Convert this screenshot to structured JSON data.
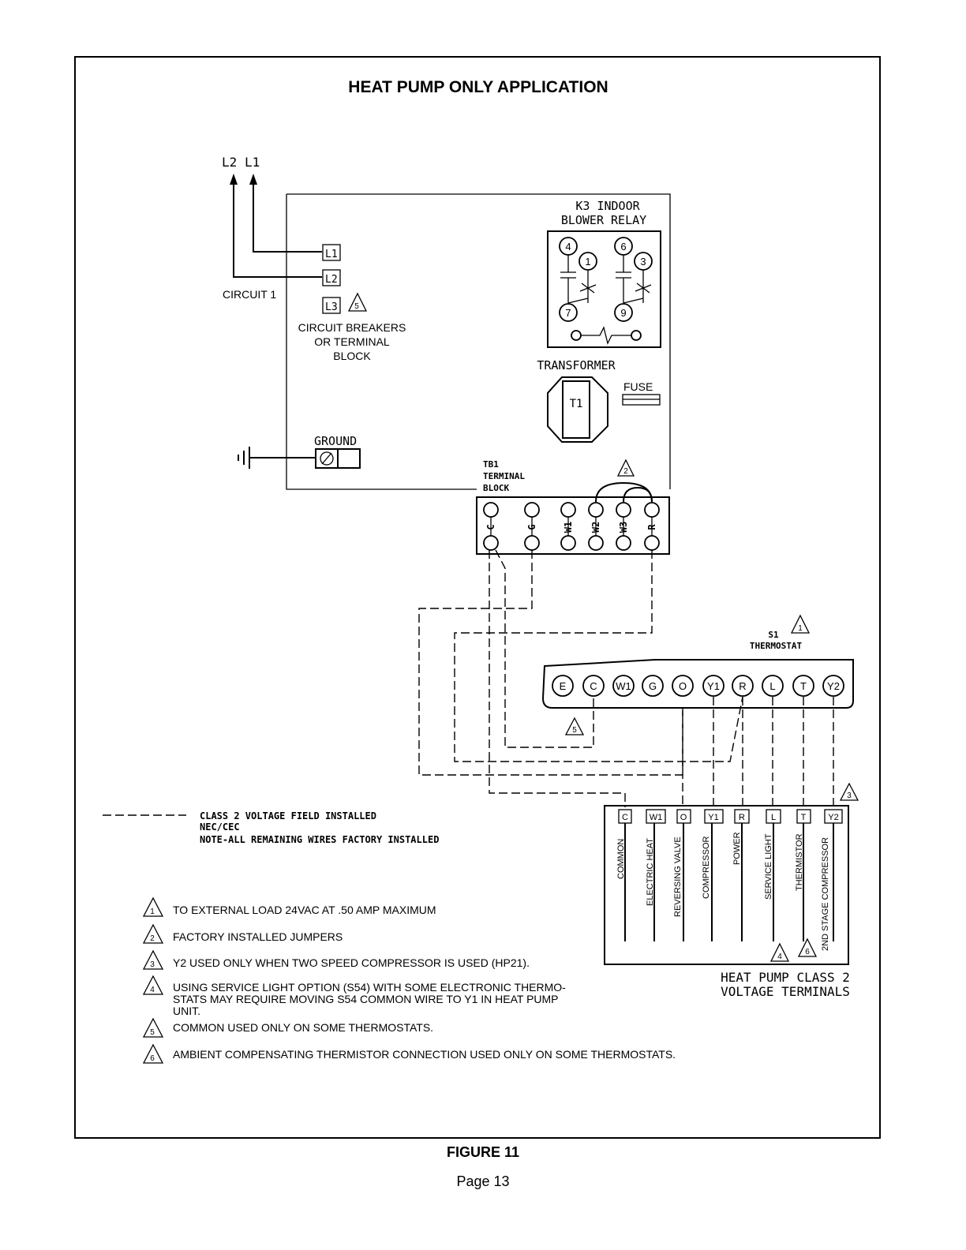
{
  "title": "HEAT PUMP ONLY APPLICATION",
  "power": {
    "l2": "L2",
    "l1": "L1",
    "circuit": "CIRCUIT 1"
  },
  "breakers": {
    "terminals": [
      "L1",
      "L2",
      "L3"
    ],
    "note_ref": "5",
    "label_lines": [
      "CIRCUIT BREAKERS",
      "OR TERMINAL",
      "BLOCK"
    ]
  },
  "relay": {
    "title_lines": [
      "K3 INDOOR",
      "BLOWER RELAY"
    ],
    "contacts": [
      "4",
      "1",
      "7",
      "6",
      "3",
      "9"
    ]
  },
  "transformer": {
    "label": "TRANSFORMER",
    "name": "T1",
    "fuse": "FUSE"
  },
  "ground": {
    "label": "GROUND"
  },
  "tb1": {
    "label_lines": [
      "TB1",
      "TERMINAL",
      "BLOCK"
    ],
    "jumper_ref": "2",
    "terminals": [
      "C",
      "G",
      "W1",
      "W2",
      "W3",
      "R"
    ]
  },
  "thermostat": {
    "label_lines": [
      "S1",
      "THERMOSTAT"
    ],
    "ref": "1",
    "terminals": [
      "E",
      "C",
      "W1",
      "G",
      "O",
      "Y1",
      "R",
      "L",
      "T",
      "Y2"
    ],
    "common_ref": "5"
  },
  "heat_pump": {
    "ref": "3",
    "terminals": [
      "C",
      "W1",
      "O",
      "Y1",
      "R",
      "L",
      "T",
      "Y2"
    ],
    "functions": [
      "COMMON",
      "ELECTRIC HEAT",
      "REVERSING VALVE",
      "COMPRESSOR",
      "POWER",
      "SERVICE LIGHT",
      "THERMISTOR",
      "2ND STAGE COMPRESSOR"
    ],
    "refs": [
      "4",
      "6"
    ],
    "label_lines": [
      "HEAT PUMP CLASS 2",
      "VOLTAGE TERMINALS"
    ]
  },
  "legend": {
    "dash_line": "CLASS 2 VOLTAGE FIELD INSTALLED",
    "code": "NEC/CEC",
    "note": "NOTE-ALL REMAINING WIRES FACTORY INSTALLED"
  },
  "notes": [
    {
      "num": "1",
      "lines": [
        "TO EXTERNAL LOAD 24VAC AT .50 AMP MAXIMUM"
      ]
    },
    {
      "num": "2",
      "lines": [
        "FACTORY INSTALLED JUMPERS"
      ]
    },
    {
      "num": "3",
      "lines": [
        "Y2 USED ONLY WHEN TWO SPEED COMPRESSOR IS USED (HP21)."
      ]
    },
    {
      "num": "4",
      "lines": [
        "USING SERVICE LIGHT OPTION (S54) WITH SOME ELECTRONIC THERMO-",
        "STATS MAY REQUIRE MOVING S54 COMMON WIRE TO Y1 IN HEAT PUMP",
        "UNIT."
      ]
    },
    {
      "num": "5",
      "lines": [
        "COMMON USED ONLY ON SOME THERMOSTATS."
      ]
    },
    {
      "num": "6",
      "lines": [
        "AMBIENT COMPENSATING THERMISTOR CONNECTION USED ONLY ON SOME THERMOSTATS."
      ]
    }
  ],
  "figure": "FIGURE 11",
  "page": "Page 13"
}
